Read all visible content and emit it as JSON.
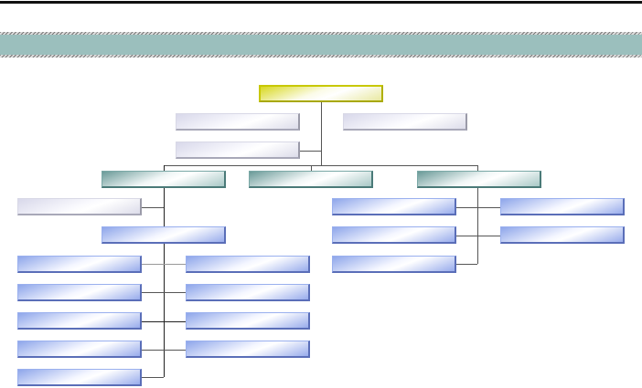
{
  "colors": {
    "header_band": "#9bbfbd",
    "root_box": "#c8c800",
    "assistant_box": "#d8d8ea",
    "level2_box": "#6a9a98",
    "member_box": "#8ea6ea",
    "connector": "#555555"
  },
  "org_chart": {
    "root": {
      "label": ""
    },
    "assistants_count": 3,
    "divisions_count": 3,
    "left_division_members": 9,
    "right_division_members": 5
  }
}
